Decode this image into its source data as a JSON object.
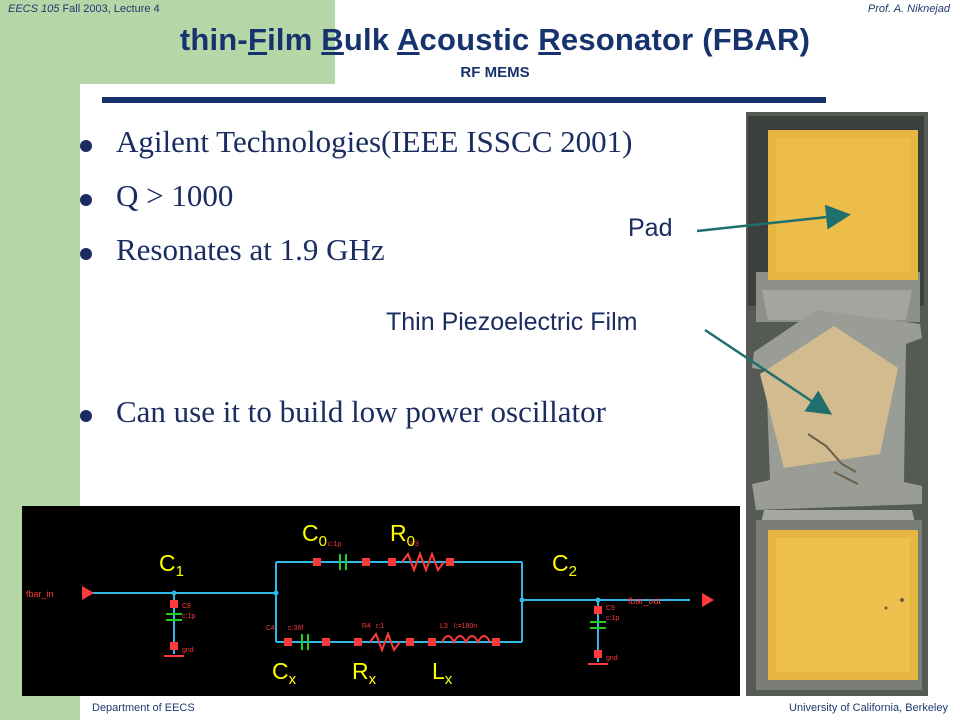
{
  "header": {
    "course": "EECS 105",
    "term": "Fall 2003, Lecture 4",
    "author": "Prof. A. Niknejad"
  },
  "slide": {
    "title_parts": [
      "thin-",
      "F",
      "ilm ",
      "B",
      "ulk ",
      "A",
      "coustic ",
      "R",
      "esonator (FBAR)"
    ],
    "subtitle": "RF MEMS"
  },
  "bullets": [
    "Agilent Technologies(IEEE ISSCC 2001)",
    "Q > 1000",
    "Resonates at 1.9 GHz",
    "Can use it to build low power oscillator"
  ],
  "photo_labels": {
    "pad": "Pad",
    "film": "Thin Piezoelectric Film"
  },
  "schematic": {
    "labels": [
      {
        "base": "C",
        "sub": "1"
      },
      {
        "base": "C",
        "sub": "0"
      },
      {
        "base": "R",
        "sub": "0"
      },
      {
        "base": "C",
        "sub": "2"
      },
      {
        "base": "C",
        "sub": "x"
      },
      {
        "base": "R",
        "sub": "x"
      },
      {
        "base": "L",
        "sub": "x"
      }
    ],
    "pins": {
      "in": "fbar_in",
      "out": "fbar_out"
    },
    "annotations": [
      "C8",
      "c:1p",
      "gnd",
      "C4",
      "c:36f",
      "c:1p",
      "R3",
      "C9",
      "c:1p",
      "gnd",
      "R4",
      "r:1",
      "L3",
      "l:=180n"
    ]
  },
  "colors": {
    "sidebar": "#b5d6a7",
    "title": "#16336e",
    "arrow": "#1f6f6f",
    "wire": "#2fb8e8",
    "component": "#ff3a3a",
    "capacitor": "#22cc22",
    "label": "#ffff00",
    "pad_gold": "#e7b542"
  },
  "footer": {
    "left": "Department of EECS",
    "right": "University of California, Berkeley"
  }
}
